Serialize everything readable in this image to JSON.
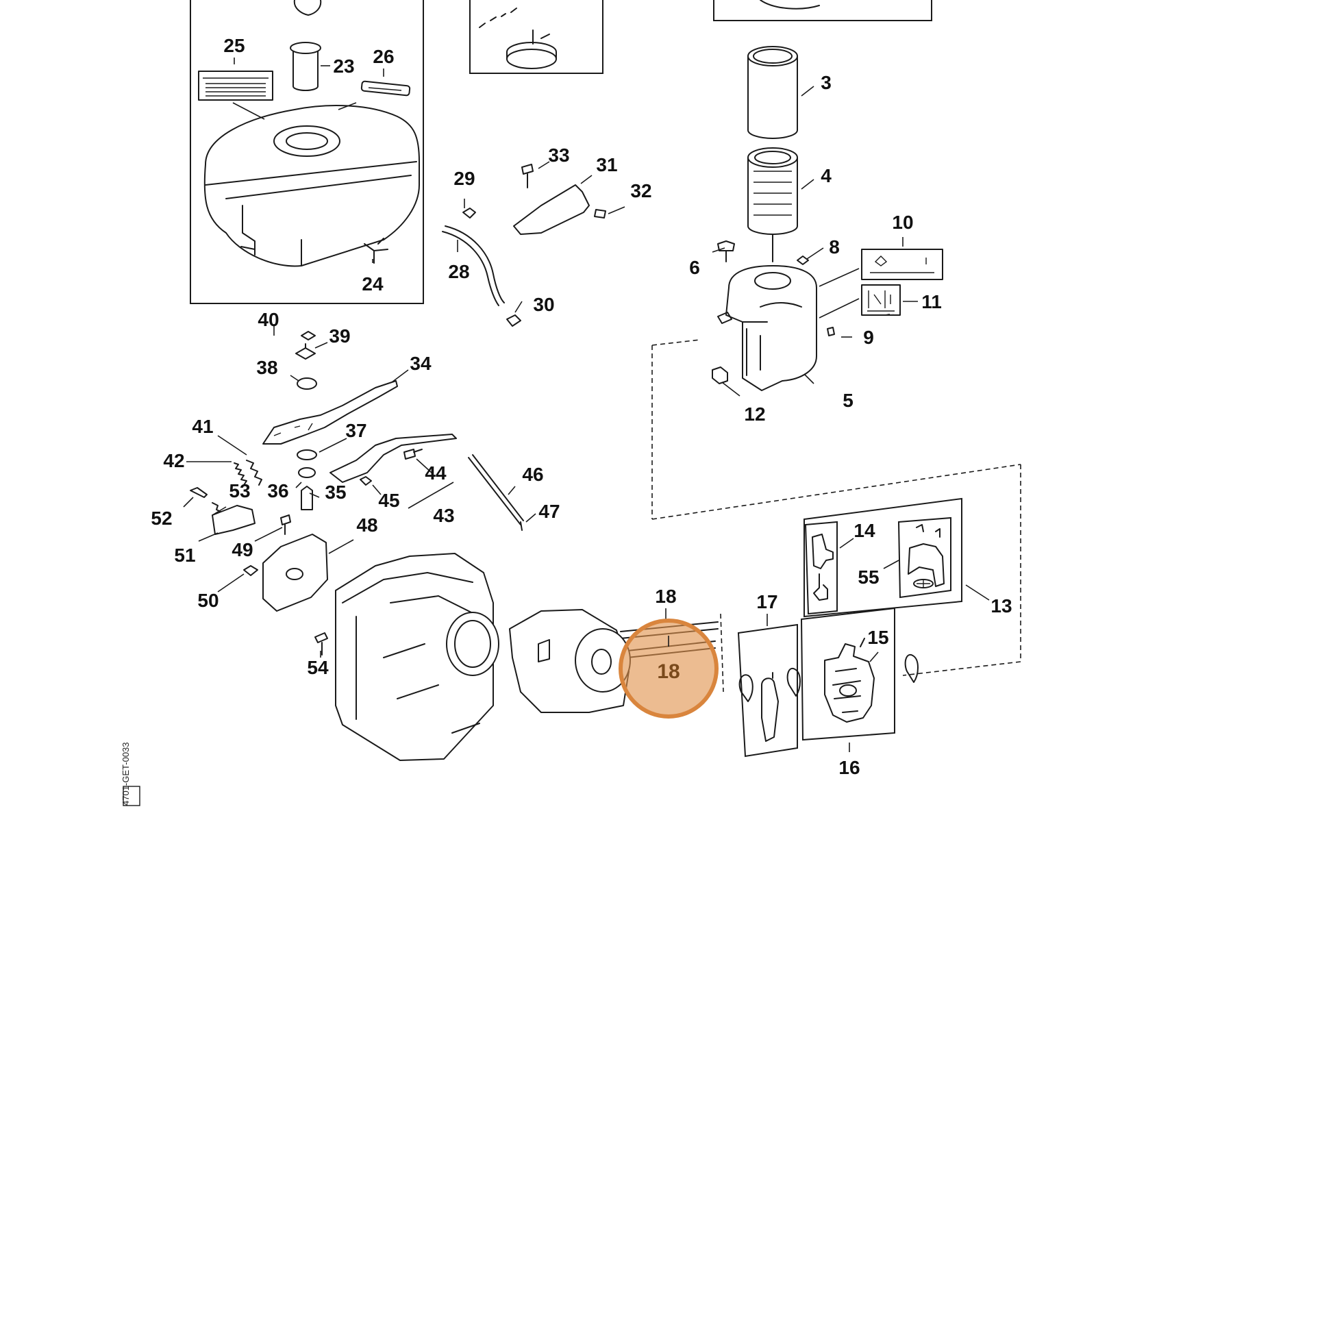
{
  "diagram": {
    "highlight": {
      "label": "18",
      "color": "#E0934E"
    },
    "callouts": {
      "n3": "3",
      "n4": "4",
      "n5": "5",
      "n6": "6",
      "n8": "8",
      "n9": "9",
      "n10": "10",
      "n11": "11",
      "n12": "12",
      "n13": "13",
      "n14": "14",
      "n15": "15",
      "n16": "16",
      "n17": "17",
      "n18": "18",
      "n23": "23",
      "n24": "24",
      "n25": "25",
      "n26": "26",
      "n28": "28",
      "n29": "29",
      "n30": "30",
      "n31": "31",
      "n32": "32",
      "n33": "33",
      "n34": "34",
      "n35": "35",
      "n36": "36",
      "n37": "37",
      "n38": "38",
      "n39": "39",
      "n40": "40",
      "n41": "41",
      "n42": "42",
      "n43": "43",
      "n44": "44",
      "n45": "45",
      "n46": "46",
      "n47": "47",
      "n48": "48",
      "n49": "49",
      "n50": "50",
      "n51": "51",
      "n52": "52",
      "n53": "53",
      "n54": "54",
      "n55": "55"
    },
    "drawing_code": "4701-GET-0033"
  }
}
